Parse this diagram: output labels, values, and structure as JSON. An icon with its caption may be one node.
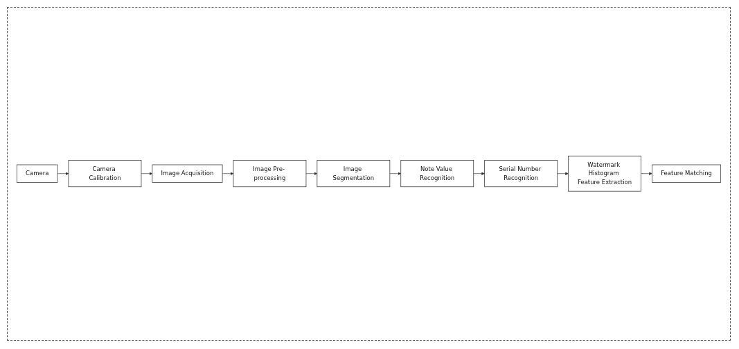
{
  "diagram": {
    "nodes": [
      {
        "text": [
          "Camera"
        ]
      },
      {
        "text": [
          "Camera Calibration"
        ]
      },
      {
        "text": [
          "Image Acquisition"
        ]
      },
      {
        "text": [
          "Image Pre- processing"
        ]
      },
      {
        "text": [
          "Image Segmentation"
        ]
      },
      {
        "text": [
          "Note Value Recognition"
        ]
      },
      {
        "text": [
          "Serial Number Recognition"
        ]
      },
      {
        "text": [
          "Watermark Histogram Feature Extraction"
        ]
      },
      {
        "text": [
          "Feature Matching"
        ]
      }
    ],
    "edges": [
      {
        "from": 0,
        "to": 1,
        "arrow": "to"
      },
      {
        "from": 1,
        "to": 2,
        "arrow": "to"
      },
      {
        "from": 2,
        "to": 3,
        "arrow": "to"
      },
      {
        "from": 3,
        "to": 4,
        "arrow": "to"
      },
      {
        "from": 4,
        "to": 5,
        "arrow": "to"
      },
      {
        "from": 5,
        "to": 6,
        "arrow": "to"
      },
      {
        "from": 6,
        "to": 7,
        "arrow": "to"
      },
      {
        "from": 7,
        "to": 8,
        "arrow": "to"
      }
    ]
  }
}
